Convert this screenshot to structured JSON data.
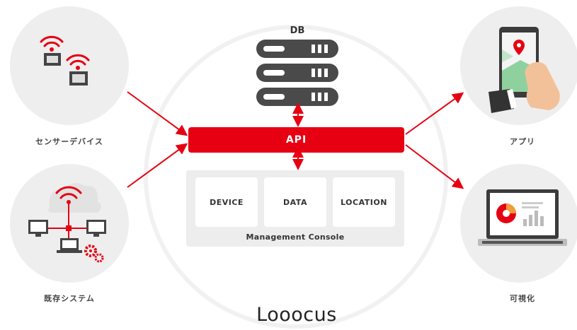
{
  "db": {
    "label": "DB"
  },
  "api": {
    "label": "API"
  },
  "console": {
    "modules": [
      "DEVICE",
      "DATA",
      "LOCATION"
    ],
    "label": "Management Console"
  },
  "inputs": [
    {
      "label": "センサーデバイス"
    },
    {
      "label": "既存システム"
    }
  ],
  "outputs": [
    {
      "label": "アプリ"
    },
    {
      "label": "可視化"
    }
  ],
  "brand": {
    "name": "Looocus"
  },
  "colors": {
    "accent": "#e60012",
    "dark": "#444444",
    "circle": "#eeeeee"
  }
}
